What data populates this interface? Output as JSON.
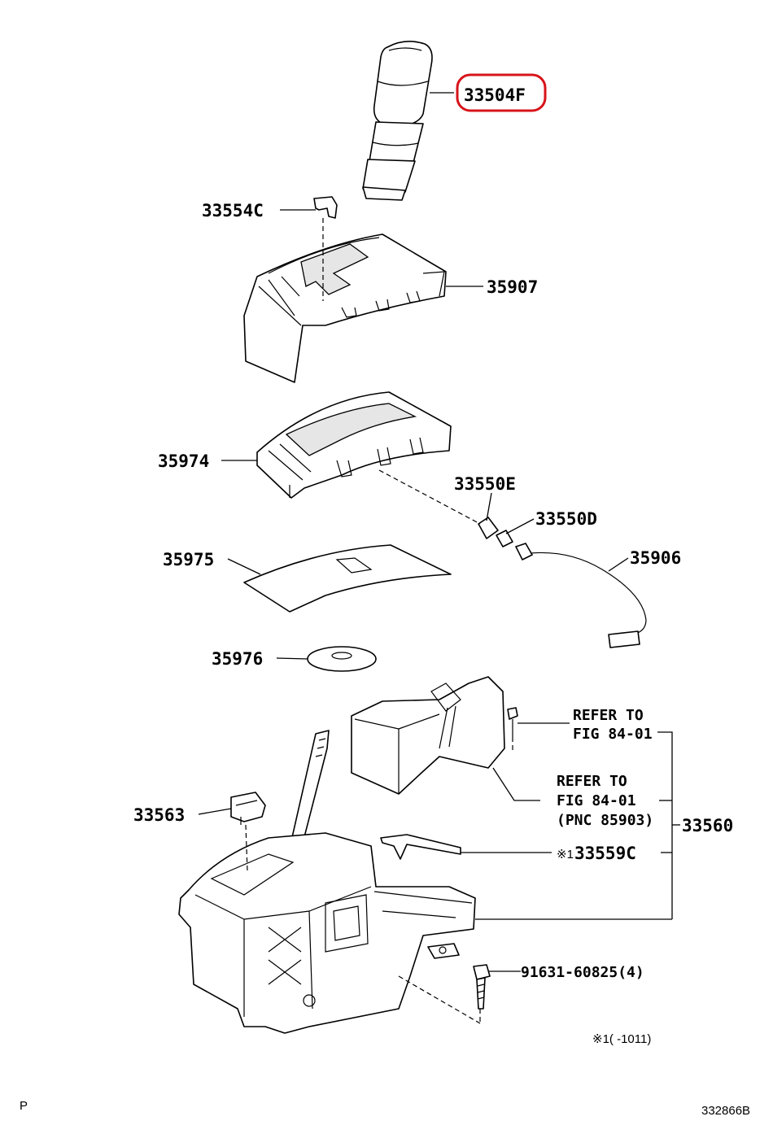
{
  "highlight_color": "#d7141a",
  "callouts": {
    "c33504f": "33504F",
    "c33554c": "33554C",
    "c35907": "35907",
    "c35974": "35974",
    "c33550e": "33550E",
    "c33550d": "33550D",
    "c35975": "35975",
    "c35906": "35906",
    "c35976": "35976",
    "c33563": "33563",
    "c33560": "33560",
    "c33559c": "33559C",
    "c91631": "91631-60825(4)"
  },
  "refer_notes": {
    "refer1_line1": "REFER TO",
    "refer1_line2": "FIG 84-01",
    "refer2_line1": "REFER TO",
    "refer2_line2": "FIG 84-01",
    "refer2_line3": "(PNC 85903)"
  },
  "footnote": {
    "mark_33559c": "※1",
    "legend": "※1(       -1011)"
  },
  "corner": {
    "left": "P",
    "right": "332866B"
  }
}
